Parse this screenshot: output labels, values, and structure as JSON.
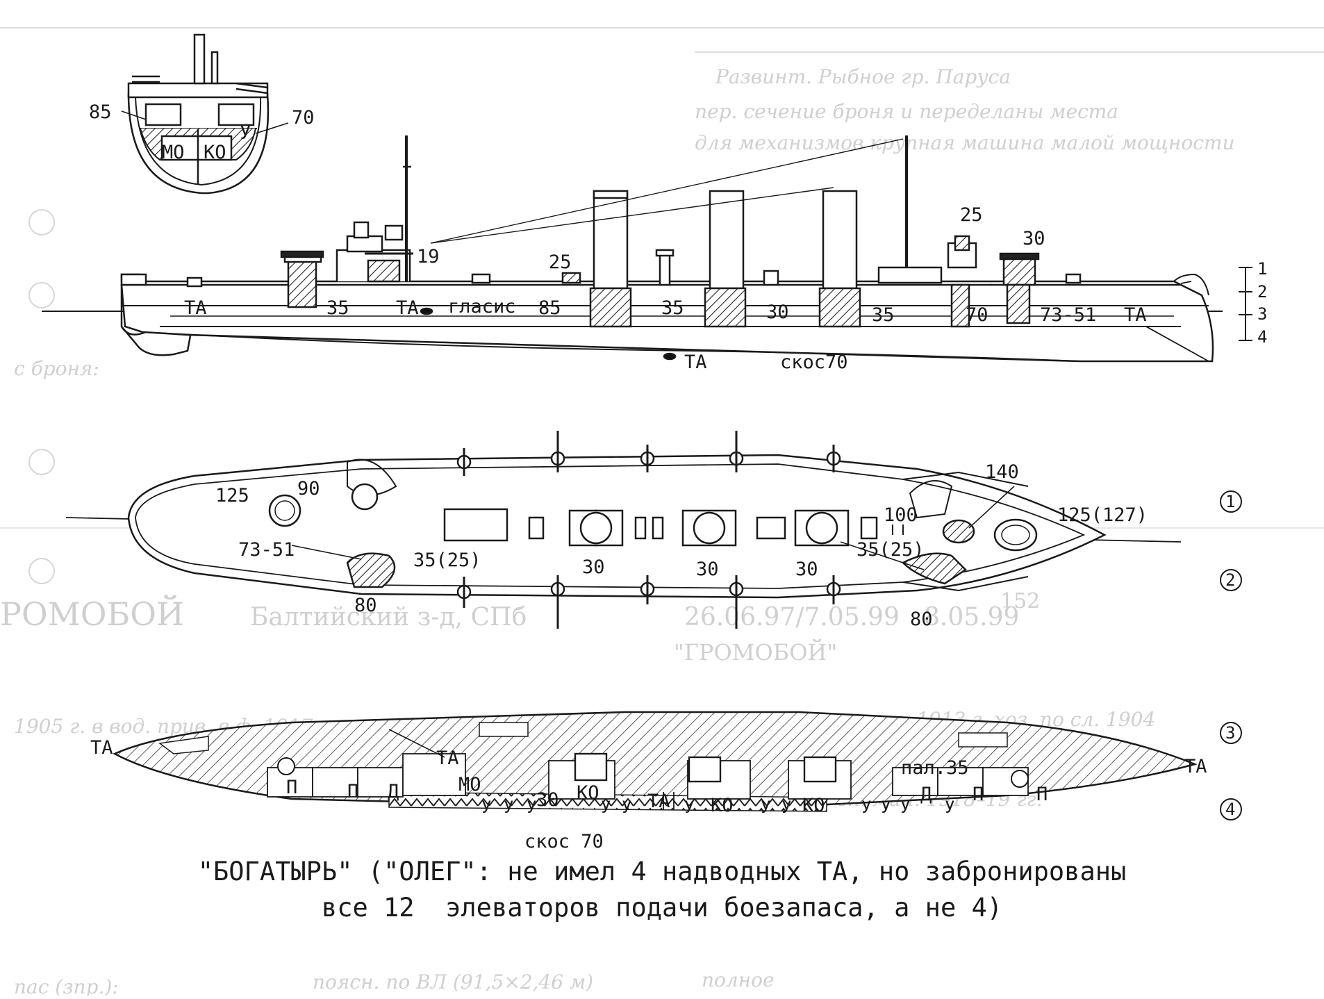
{
  "section_view": {
    "labels": [
      "85",
      "70",
      "МО",
      "КО",
      "У"
    ]
  },
  "side_view": {
    "labels": [
      "ТА",
      "35",
      "19",
      "ТА",
      "гласис",
      "85",
      "25",
      "35",
      "30",
      "35",
      "70",
      "73-51",
      "ТА",
      "25",
      "30",
      "ТА",
      "скос70"
    ],
    "level_marks": [
      "1",
      "2",
      "3",
      "4"
    ]
  },
  "plan_view": {
    "labels": [
      "125",
      "90",
      "73-51",
      "35(25)",
      "80",
      "30",
      "30",
      "30",
      "100",
      "35(25)",
      "140",
      "125(127)",
      "80"
    ],
    "circled_marks": [
      "1",
      "2"
    ]
  },
  "lower_plan_view": {
    "labels": [
      "ТА",
      "ТА",
      "П",
      "П",
      "Д",
      "МО",
      "30",
      "ТА",
      "КО",
      "КО",
      "КО",
      "пал.35",
      "Д",
      "П",
      "П",
      "ТА",
      "скос 70"
    ],
    "u_marks": [
      "У",
      "У",
      "У",
      "У",
      "У",
      "У",
      "У",
      "У",
      "У",
      "У",
      "У",
      "У"
    ],
    "circled_marks": [
      "3",
      "4"
    ]
  },
  "caption": {
    "line1": "\"БОГАТЫРЬ\" (\"ОЛЕГ\": не имел 4 надводных ТА, но забронированы",
    "line2": "все 12  элеваторов подачи боезапаса, а не 4)"
  },
  "background_text": [
    "\"ГРОМОБОЙ\"",
    "РОМОБОЙ",
    "Балтийский з-д, СПб",
    "26.06.97/7.05.99",
    "8.05.99",
    "152"
  ]
}
